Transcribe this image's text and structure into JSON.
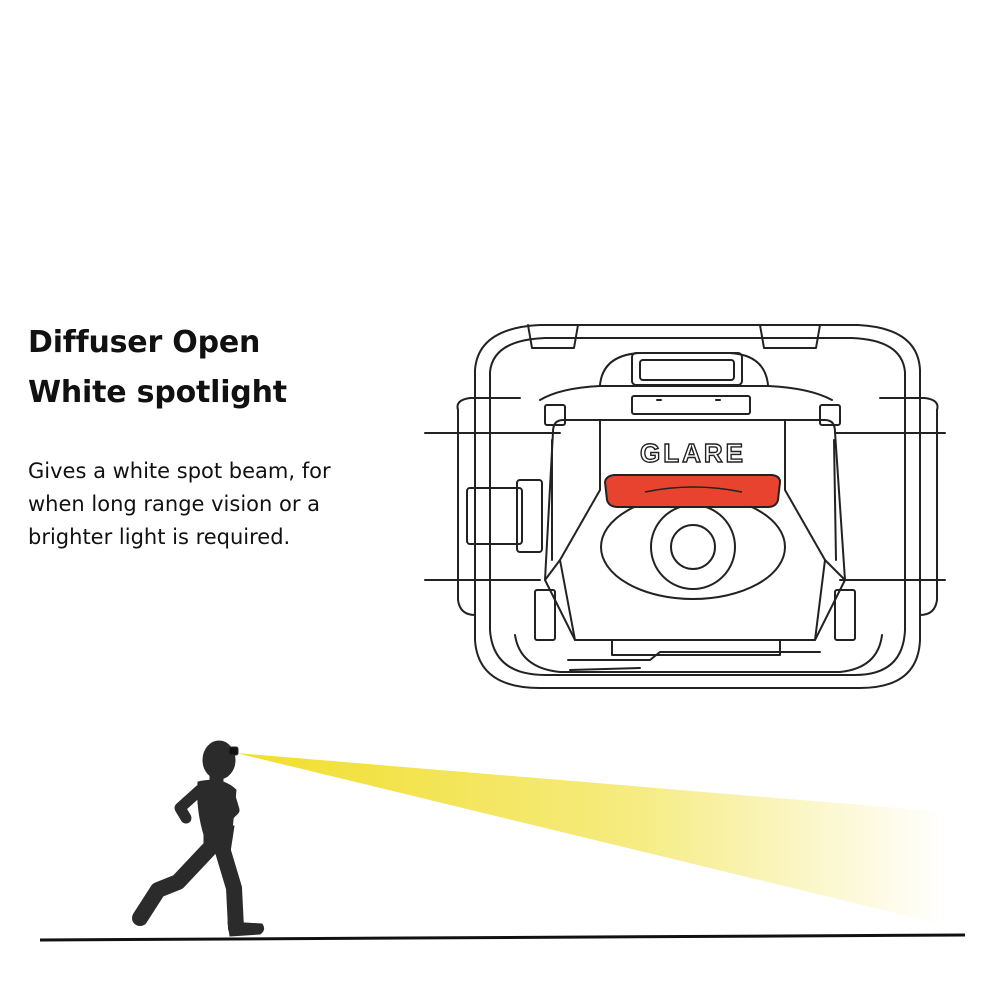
{
  "heading": {
    "line1": "Diffuser Open",
    "line2": "White spotlight"
  },
  "description": {
    "line1": "Gives a white spot beam, for",
    "line2": "when long range vision or a",
    "line3": "brighter light is required."
  },
  "headlamp": {
    "brand_logo_text": "GLARE",
    "accent_color": "#e8432e",
    "illustration": "headlamp-front-view"
  },
  "scene": {
    "illustration": "runner-with-headlamp",
    "beam_color": "#f3e33f"
  }
}
